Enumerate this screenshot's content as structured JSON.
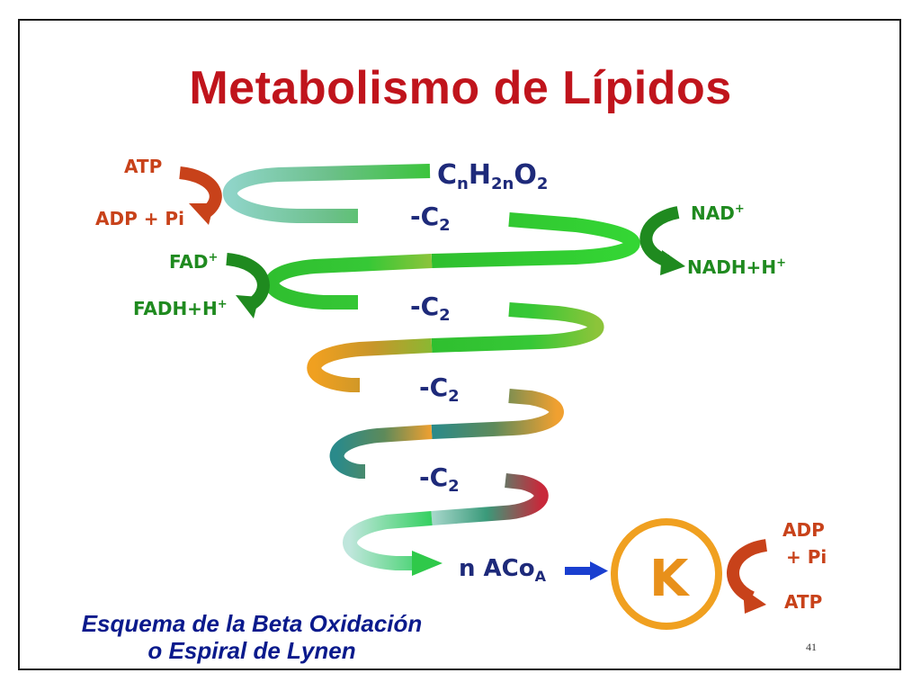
{
  "title": "Metabolismo de Lípidos",
  "spiral": {
    "formula": "CnH2nO2",
    "cleavage_label": "-C2",
    "product": "n ACoA",
    "krebs": "K"
  },
  "cofactors": {
    "left_top": {
      "in": "ATP",
      "out": "ADP + Pi"
    },
    "right_top": {
      "in": "NAD+",
      "out": "NADH+H+"
    },
    "left_mid": {
      "in": "FAD+",
      "out": "FADH+H+"
    },
    "krebs_side": {
      "in_line1": "ADP",
      "in_line2": "+ Pi",
      "out": "ATP"
    }
  },
  "caption": {
    "line1": "Esquema de la Beta Oxidación",
    "line2": "o Espiral de Lynen"
  },
  "slide_number": "41",
  "colors": {
    "title": "#c0141c",
    "caption": "#0a1a8c",
    "formula": "#1e2a7a",
    "atp_arrow": "#c8421a",
    "nad_arrow": "#1f8a1f",
    "krebs_circle": "#f0a020",
    "acoa_arrow": "#1a3fd0"
  }
}
